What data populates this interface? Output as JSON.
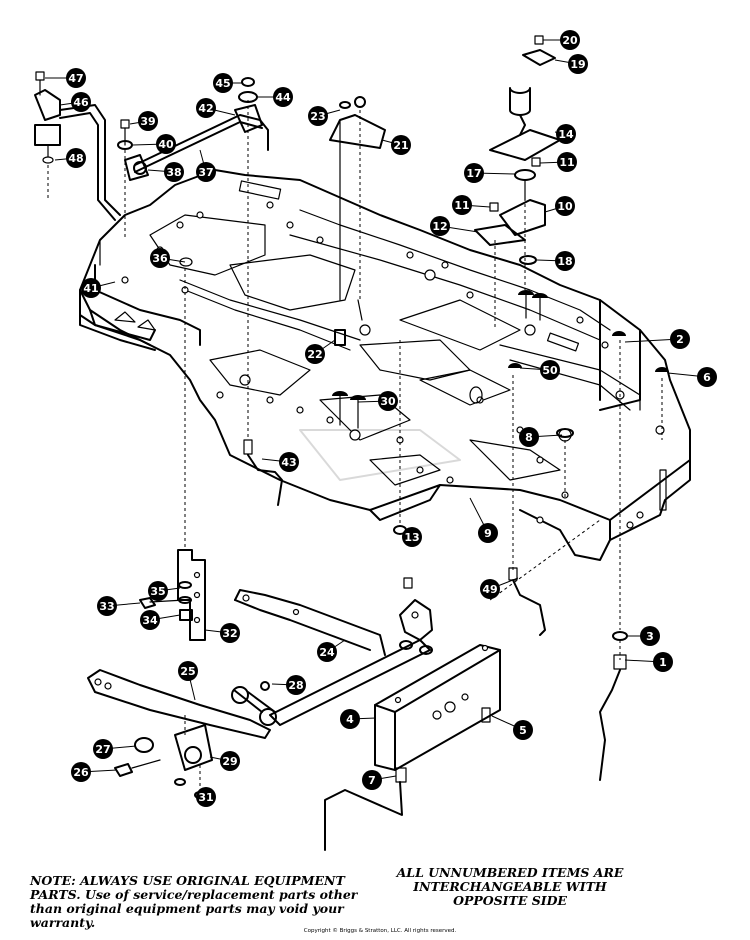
{
  "notes": {
    "left": "NOTE: ALWAYS USE ORIGINAL EQUIPMENT PARTS. Use of service/replacement parts other than original equipment parts may void your warranty.",
    "right": "ALL UNNUMBERED ITEMS ARE INTERCHANGEABLE WITH OPPOSITE SIDE"
  },
  "copyright": "Copyright © Briggs & Stratton, LLC. All rights reserved.",
  "callouts": [
    {
      "label": "1"
    },
    {
      "label": "2"
    },
    {
      "label": "3"
    },
    {
      "label": "4"
    },
    {
      "label": "5"
    },
    {
      "label": "6"
    },
    {
      "label": "7"
    },
    {
      "label": "8"
    },
    {
      "label": "9"
    },
    {
      "label": "10"
    },
    {
      "label": "11"
    },
    {
      "label": "11"
    },
    {
      "label": "12"
    },
    {
      "label": "13"
    },
    {
      "label": "14"
    },
    {
      "label": "17"
    },
    {
      "label": "18"
    },
    {
      "label": "19"
    },
    {
      "label": "20"
    },
    {
      "label": "21"
    },
    {
      "label": "22"
    },
    {
      "label": "23"
    },
    {
      "label": "24"
    },
    {
      "label": "25"
    },
    {
      "label": "26"
    },
    {
      "label": "27"
    },
    {
      "label": "28"
    },
    {
      "label": "29"
    },
    {
      "label": "30"
    },
    {
      "label": "31"
    },
    {
      "label": "32"
    },
    {
      "label": "33"
    },
    {
      "label": "34"
    },
    {
      "label": "35"
    },
    {
      "label": "36"
    },
    {
      "label": "37"
    },
    {
      "label": "38"
    },
    {
      "label": "39"
    },
    {
      "label": "40"
    },
    {
      "label": "41"
    },
    {
      "label": "42"
    },
    {
      "label": "43"
    },
    {
      "label": "44"
    },
    {
      "label": "45"
    },
    {
      "label": "46"
    },
    {
      "label": "47"
    },
    {
      "label": "48"
    },
    {
      "label": "49"
    },
    {
      "label": "50"
    }
  ]
}
